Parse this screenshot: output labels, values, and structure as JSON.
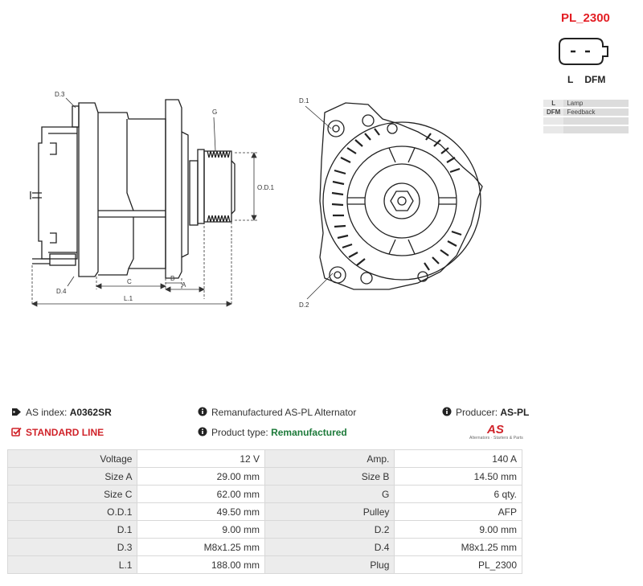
{
  "drawing": {
    "labels": {
      "d3": "D.3",
      "g": "G",
      "od1": "O.D.1",
      "d4": "D.4",
      "c": "C",
      "b": "B",
      "a": "A",
      "l1": "L.1",
      "d1": "D.1",
      "d2": "D.2"
    }
  },
  "plug": {
    "code": "PL_2300",
    "pins": [
      "L",
      "DFM"
    ],
    "pin_table": [
      {
        "key": "L",
        "desc": "Lamp"
      },
      {
        "key": "DFM",
        "desc": "Feedback"
      },
      {
        "key": "",
        "desc": ""
      },
      {
        "key": "",
        "desc": ""
      }
    ]
  },
  "info": {
    "as_index_label": "AS index:",
    "as_index_value": "A0362SR",
    "standard_line": "STANDARD LINE",
    "description": "Remanufactured AS-PL Alternator",
    "product_type_label": "Product type:",
    "product_type_value": "Remanufactured",
    "producer_label": "Producer:",
    "producer_value": "AS-PL",
    "logo_mark": "AS",
    "logo_sub": "Alternators · Starters & Parts"
  },
  "colors": {
    "brand_red": "#d0232a",
    "accent_green": "#1d7a3a"
  },
  "specs": [
    [
      "Voltage",
      "12 V",
      "Amp.",
      "140 A"
    ],
    [
      "Size A",
      "29.00 mm",
      "Size B",
      "14.50 mm"
    ],
    [
      "Size C",
      "62.00 mm",
      "G",
      "6 qty."
    ],
    [
      "O.D.1",
      "49.50 mm",
      "Pulley",
      "AFP"
    ],
    [
      "D.1",
      "9.00 mm",
      "D.2",
      "9.00 mm"
    ],
    [
      "D.3",
      "M8x1.25 mm",
      "D.4",
      "M8x1.25 mm"
    ],
    [
      "L.1",
      "188.00 mm",
      "Plug",
      "PL_2300"
    ]
  ]
}
